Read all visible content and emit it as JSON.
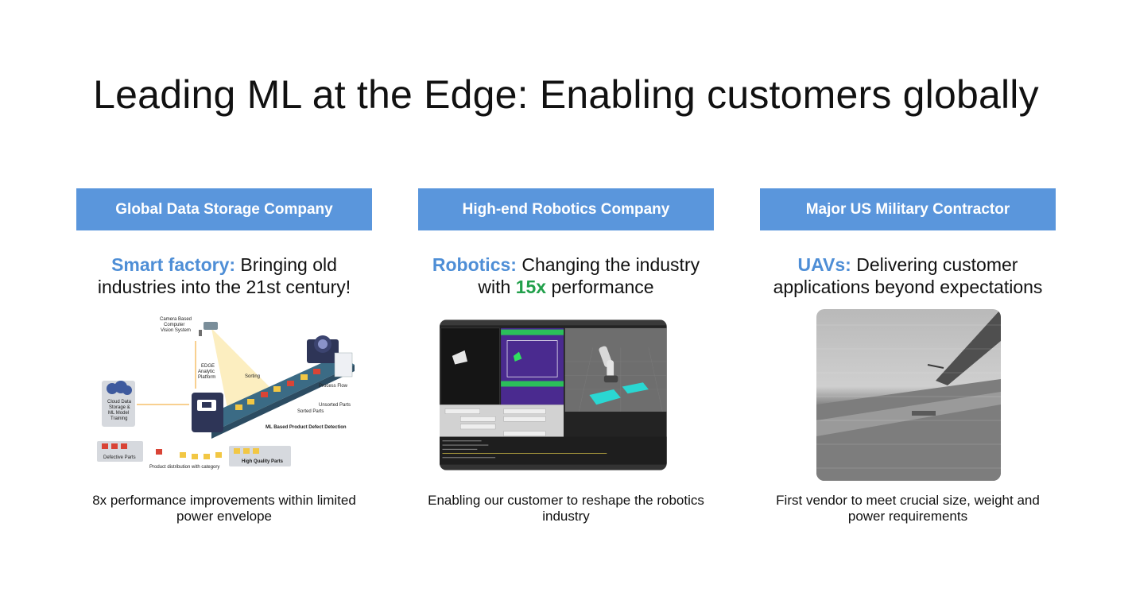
{
  "slide": {
    "title": "Leading ML at the Edge: Enabling customers globally"
  },
  "columns": [
    {
      "header": "Global Data Storage Company",
      "headline_accent": "Smart factory:",
      "headline_rest": " Bringing old industries into the 21st century!",
      "caption": "8x performance improvements within limited power envelope",
      "diagram": {
        "camera_label_1": "Camera Based",
        "camera_label_2": "Computer",
        "camera_label_3": "Vision System",
        "edge_label_1": "EDGE",
        "edge_label_2": "Analytic",
        "edge_label_3": "Platform",
        "sorting": "Sorting",
        "process_flow": "Process Flow",
        "unsorted": "Unsorted Parts",
        "sorted": "Sorted Parts",
        "cloud_1": "Cloud Data",
        "cloud_2": "Storage &",
        "cloud_3": "ML Model",
        "cloud_4": "Training",
        "defect_detection": "ML Based Product Defect Detection",
        "defective": "Defective Parts",
        "high_quality": "High Quality Parts",
        "distribution": "Product distribution with category"
      }
    },
    {
      "header": "High-end Robotics Company",
      "headline_accent": "Robotics:",
      "headline_mid": " Changing the industry with ",
      "headline_green": "15x",
      "headline_end": " performance",
      "caption": "Enabling our customer to reshape the robotics industry"
    },
    {
      "header": "Major US Military Contractor",
      "headline_accent": "UAVs:",
      "headline_rest": " Delivering customer applications beyond expectations",
      "caption": "First vendor to meet crucial size, weight and power requirements"
    }
  ],
  "colors": {
    "header_bg": "#5a96dc",
    "accent_blue": "#4e8ed6",
    "accent_green": "#22a04b"
  }
}
